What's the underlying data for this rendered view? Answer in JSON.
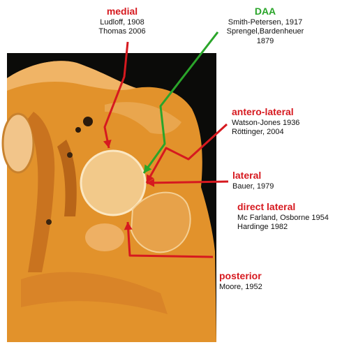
{
  "colors": {
    "label_red": "#d6191f",
    "label_green": "#2aa52a",
    "background": "#0a0a08",
    "tissue_orange": "#e2922b",
    "femoral_head": "#f2c98a",
    "trochanter": "#e7a24a"
  },
  "approaches": {
    "medial": {
      "title": "medial",
      "refs": [
        "Ludloff, 1908",
        "Thomas 2006"
      ]
    },
    "daa": {
      "title": "DAA",
      "refs": [
        "Smith-Petersen, 1917",
        "Sprengel,Bardenheuer",
        "1879"
      ]
    },
    "antero_lateral": {
      "title": "antero-lateral",
      "refs": [
        "Watson-Jones 1936",
        "Röttinger, 2004"
      ]
    },
    "lateral": {
      "title": "lateral",
      "refs": [
        "Bauer, 1979"
      ]
    },
    "direct_lateral": {
      "title": "direct lateral",
      "refs": [
        "Mc Farland, Osborne 1954",
        "Hardinge 1982"
      ]
    },
    "posterior": {
      "title": "posterior",
      "refs": [
        "Moore, 1952"
      ]
    }
  }
}
